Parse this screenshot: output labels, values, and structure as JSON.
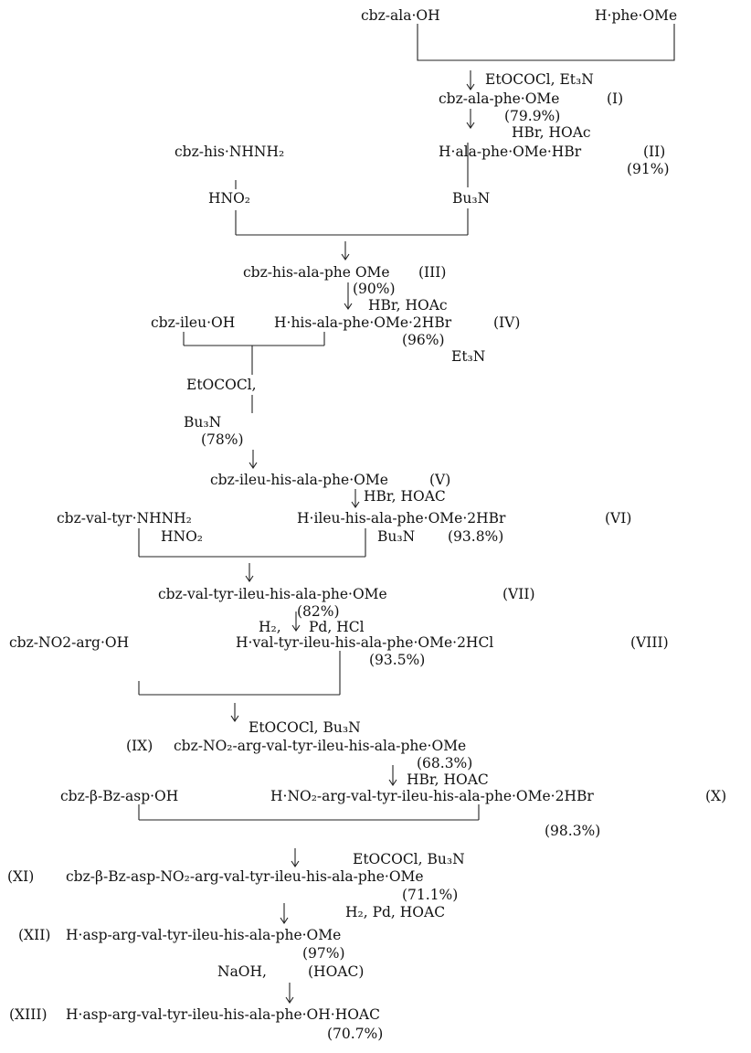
{
  "scheme": {
    "start_acid": "cbz-ala·OH",
    "start_amine": "H·phe·OMe",
    "step1_reagents": "EtOCOCl, Et₃N",
    "cmpd_I": "cbz-ala-phe·OMe",
    "cmpd_I_label": "(I)",
    "cmpd_I_yield": "(79.9%)",
    "step2_reagents": "HBr, HOAc",
    "cmpd_II": "H·ala-phe·OMe·HBr",
    "cmpd_II_label": "(II)",
    "cmpd_II_yield": "(91%)",
    "his_hydrazide": "cbz-his·NHNH₂",
    "hno2_a": "HNO₂",
    "bu3n_a": "Bu₃N",
    "cmpd_III": "cbz-his-ala-phe OMe",
    "cmpd_III_label": "(III)",
    "cmpd_III_yield": "(90%)",
    "step4_reagents": "HBr, HOAc",
    "ileu_acid": "cbz-ileu·OH",
    "cmpd_IV": "H·his-ala-phe·OMe·2HBr",
    "cmpd_IV_label": "(IV)",
    "cmpd_IV_yield": "(96%)",
    "et3n_b": "Et₃N",
    "etococl_b": "EtOCOCl,",
    "bu3n_b": "Bu₃N",
    "step5_yield": "(78%)",
    "cmpd_V": "cbz-ileu-his-ala-phe·OMe",
    "cmpd_V_label": "(V)",
    "step6_reagents": "HBr, HOAC",
    "valtyr_hydrazide": "cbz-val-tyr·NHNH₂",
    "cmpd_VI": "H·ileu-his-ala-phe·OMe·2HBr",
    "cmpd_VI_label": "(VI)",
    "hno2_c": "HNO₂",
    "bu3n_c": "Bu₃N",
    "cmpd_VI_yield": "(93.8%)",
    "cmpd_VII": "cbz-val-tyr-ileu-his-ala-phe·OMe",
    "cmpd_VII_label": "(VII)",
    "cmpd_VII_yield": "(82%)",
    "step8_reagents_left": "H₂,",
    "step8_reagents_right": "Pd, HCl",
    "no2arg_acid": "cbz-NO2-arg·OH",
    "cmpd_VIII": "H·val-tyr-ileu-his-ala-phe·OMe·2HCl",
    "cmpd_VIII_label": "(VIII)",
    "cmpd_VIII_yield": "(93.5%)",
    "step9_reagents": "EtOCOCl, Bu₃N",
    "cmpd_IX_label": "(IX)",
    "cmpd_IX": "cbz-NO₂-arg-val-tyr-ileu-his-ala-phe·OMe",
    "cmpd_IX_yield": "(68.3%)",
    "step10_reagents": "HBr, HOAC",
    "asp_acid": "cbz-β-Bz-asp·OH",
    "cmpd_X": "H·NO₂-arg-val-tyr-ileu-his-ala-phe·OMe·2HBr",
    "cmpd_X_label": "(X)",
    "cmpd_X_yield": "(98.3%)",
    "step11_reagents": "EtOCOCl, Bu₃N",
    "cmpd_XI_label": "(XI)",
    "cmpd_XI": "cbz-β-Bz-asp-NO₂-arg-val-tyr-ileu-his-ala-phe·OMe",
    "cmpd_XI_yield": "(71.1%)",
    "step12_reagents": "H₂, Pd, HOAC",
    "cmpd_XII_label": "(XII)",
    "cmpd_XII": "H·asp-arg-val-tyr-ileu-his-ala-phe·OMe",
    "cmpd_XII_yield": "(97%)",
    "step13_reagent_left": "NaOH,",
    "step13_reagent_right": "(HOAC)",
    "cmpd_XIII_label": "(XIII)",
    "cmpd_XIII": "H·asp-arg-val-tyr-ileu-his-ala-phe·OH·HOAC",
    "cmpd_XIII_yield": "(70.7%)"
  }
}
